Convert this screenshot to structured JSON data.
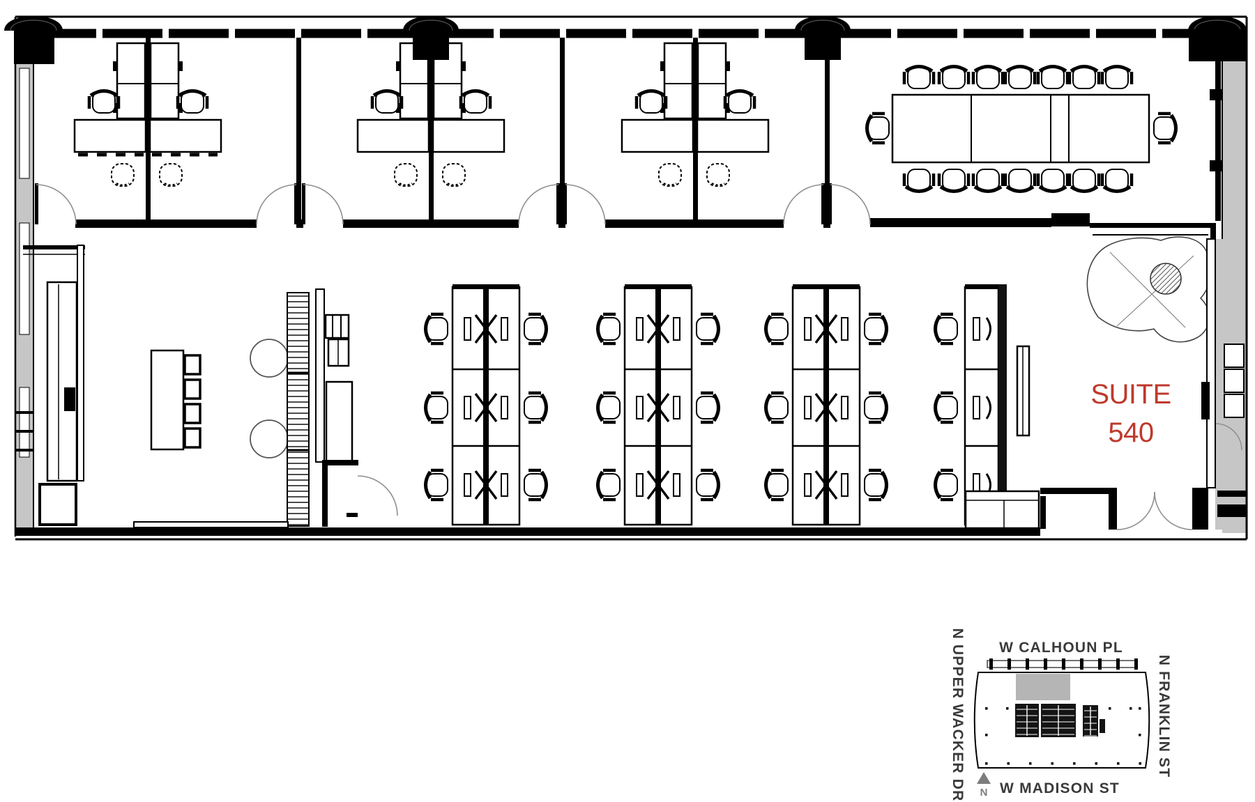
{
  "floor_plan": {
    "suite_label": {
      "line1": "SUITE",
      "line2": "540",
      "color": "#bf392c"
    },
    "wall_gray": "#c6c6c6",
    "line_color": "#000000"
  },
  "locator_map": {
    "streets": {
      "top": "W CALHOUN PL",
      "left": "N UPPER WACKER DR",
      "right": "N FRANKLIN ST",
      "bottom": "W MADISON ST"
    },
    "north_label": "N",
    "label_color": "#3a3a3a",
    "north_color": "#7d7d7d",
    "suite_highlight_color": "#b5b5b5"
  }
}
